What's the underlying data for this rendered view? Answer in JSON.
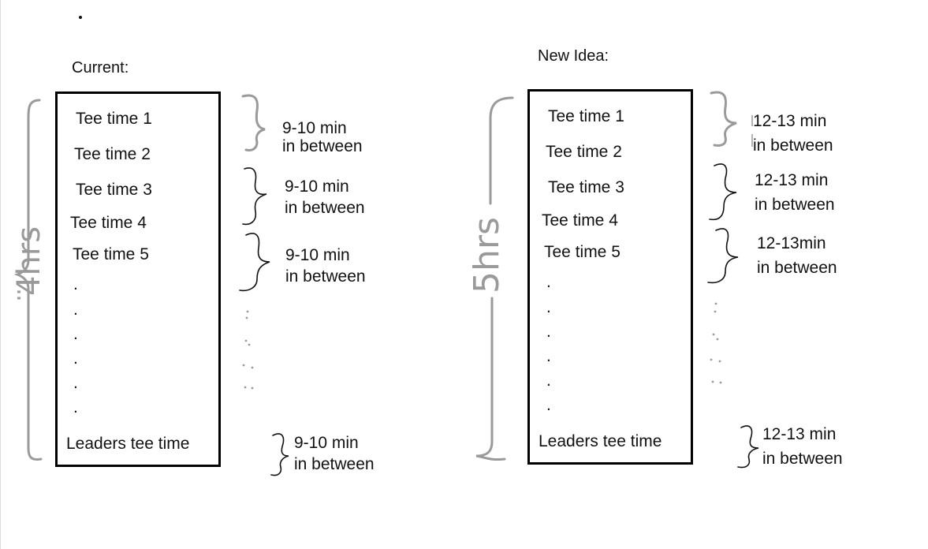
{
  "current": {
    "title": "Current:",
    "items": [
      "Tee time 1",
      "Tee time 2",
      "Tee time 3",
      "Tee time 4",
      "Tee time 5"
    ],
    "dots": [
      ".",
      ".",
      ".",
      ".",
      ".",
      "."
    ],
    "last_item": "Leaders tee time",
    "duration_label": "4hrs",
    "notes": [
      {
        "line1": "9-10 min",
        "line2": "in between"
      },
      {
        "line1": "9-10 min",
        "line2": "in between"
      },
      {
        "line1": "9-10 min",
        "line2": "in between"
      },
      {
        "line1": "9-10 min",
        "line2": "in between"
      }
    ]
  },
  "new_idea": {
    "title": "New Idea:",
    "items": [
      "Tee time 1",
      "Tee time 2",
      "Tee time 3",
      "Tee time 4",
      "Tee time 5"
    ],
    "dots": [
      ".",
      ".",
      ".",
      ".",
      ".",
      "."
    ],
    "last_item": "Leaders tee time",
    "duration_label": "5hrs",
    "notes": [
      {
        "line1": "12-13 min",
        "line2": "in between"
      },
      {
        "line1": "12-13 min",
        "line2": "in between"
      },
      {
        "line1": "12-13min",
        "line2": "in between"
      },
      {
        "line1": "12-13 min",
        "line2": "in between"
      }
    ]
  },
  "colors": {
    "pen": "#111111",
    "pencil_gray": "#9a9a9a",
    "box_border": "#000000"
  }
}
